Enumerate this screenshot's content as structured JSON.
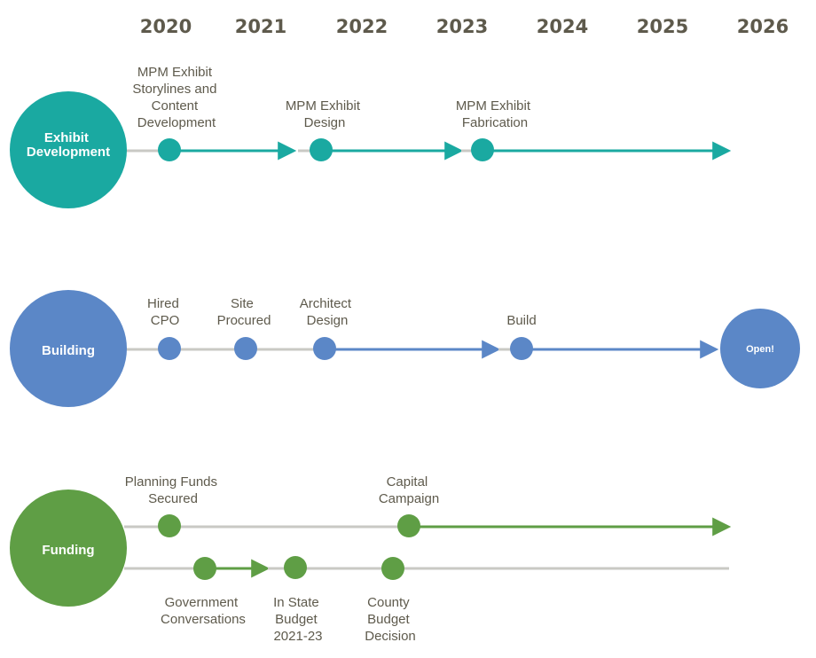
{
  "years": [
    "2020",
    "2021",
    "2022",
    "2023",
    "2024",
    "2025",
    "2026"
  ],
  "colors": {
    "exhibit": "#1aa9a1",
    "building": "#5b87c7",
    "funding": "#5f9e45",
    "track": "#c9c9c4",
    "text": "#5e5a4c"
  },
  "tracks": {
    "exhibit": {
      "title": [
        "Exhibit",
        "Development"
      ],
      "milestones": [
        {
          "label": [
            "MPM Exhibit",
            "Storylines and",
            "Content",
            "Development"
          ]
        },
        {
          "label": [
            "MPM Exhibit",
            "Design"
          ]
        },
        {
          "label": [
            "MPM Exhibit",
            "Fabrication"
          ]
        }
      ]
    },
    "building": {
      "title": [
        "Building"
      ],
      "milestones": [
        {
          "label": [
            "Hired",
            "CPO"
          ]
        },
        {
          "label": [
            "Site",
            "Procured"
          ]
        },
        {
          "label": [
            "Architect",
            "Design"
          ]
        },
        {
          "label": [
            "Build"
          ]
        }
      ],
      "end_label": "Open!"
    },
    "funding": {
      "title": [
        "Funding"
      ],
      "milestones_top": [
        {
          "label": [
            "Planning Funds",
            "Secured"
          ]
        },
        {
          "label": [
            "Capital",
            "Campaign"
          ]
        }
      ],
      "milestones_bottom": [
        {
          "label": [
            "Government",
            "Conversations"
          ]
        },
        {
          "label": [
            "In State",
            "Budget",
            "2021-23"
          ]
        },
        {
          "label": [
            "County",
            "Budget",
            "Decision"
          ]
        }
      ]
    }
  }
}
